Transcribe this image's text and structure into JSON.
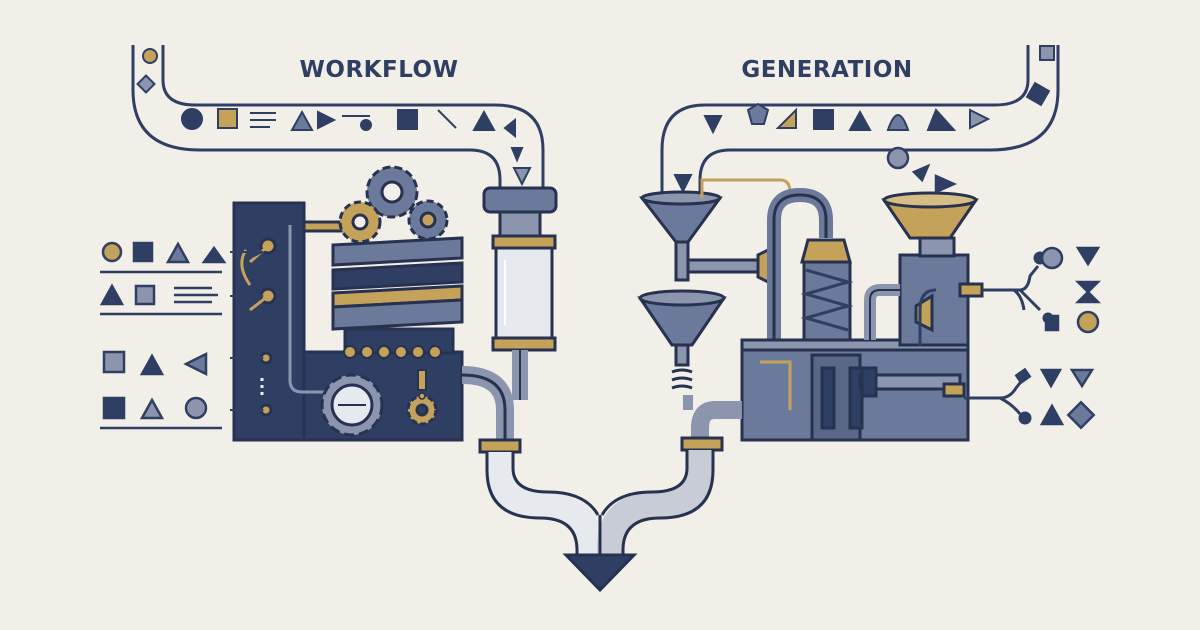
{
  "labels": {
    "left": "WORKFLOW",
    "right": "GENERATION"
  },
  "colors": {
    "background": "#f2efe8",
    "navy": "#2f3f64",
    "steel": "#6b7a9a",
    "slate": "#8b95ad",
    "gold": "#c4a25a",
    "outline": "#26324f",
    "glass": "#e6e9ee"
  },
  "icons": {
    "left_machine": "workflow-machine",
    "right_machine": "generation-machine",
    "output": "output-arrow-icon"
  }
}
